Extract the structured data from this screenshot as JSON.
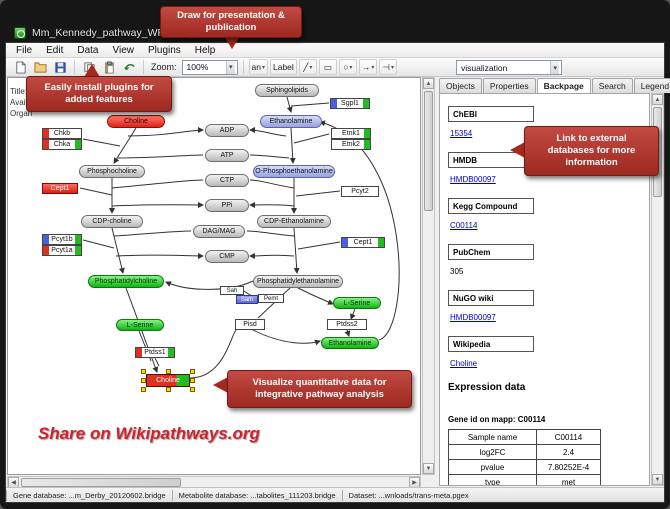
{
  "window": {
    "title": "Mm_Kennedy_pathway_WP1771_45176.gpml"
  },
  "menu": {
    "items": [
      "File",
      "Edit",
      "Data",
      "View",
      "Plugins",
      "Help"
    ]
  },
  "toolbar": {
    "zoom_label": "Zoom:",
    "zoom_value": "100%",
    "visualization_value": "visualization",
    "icons": [
      "new-file",
      "open-folder",
      "save",
      "copy",
      "paste",
      "undo"
    ],
    "tools": [
      {
        "name": "datanode-tool",
        "label": "an"
      },
      {
        "name": "label-tool",
        "label": "Label"
      },
      {
        "name": "line-tool",
        "label": "╱"
      },
      {
        "name": "rect-tool",
        "label": "▭"
      },
      {
        "name": "oval-tool",
        "label": "○"
      },
      {
        "name": "arrow-tool",
        "label": "→"
      },
      {
        "name": "tbar-tool",
        "label": "⊣"
      }
    ],
    "caret": "▾",
    "scroll_up": "▲",
    "scroll_down": "▼",
    "scroll_left": "◀",
    "scroll_right": "▶"
  },
  "callouts": {
    "draw": "Draw for presentation & publication",
    "plugins": "Easily install plugins for added features",
    "link": "Link to external databases for more information",
    "visualize": "Visualize quantitative data for integrative pathway analysis",
    "share": "Share on Wikipathways.org"
  },
  "canvas": {
    "info_lines": [
      "Title:",
      "Availa",
      "Organ"
    ]
  },
  "pathway": {
    "nodes": [
      {
        "label": "Sphingolipids"
      },
      {
        "label": "Choline",
        "color": "#e02212"
      },
      {
        "label": "ADP"
      },
      {
        "label": "Ethanolamine",
        "color": "#96a2e2"
      },
      {
        "label": "ATP"
      },
      {
        "label": "Phosphocholine"
      },
      {
        "label": "O-Phosphoethanolamine",
        "color": "#96a2e2"
      },
      {
        "label": "CTP"
      },
      {
        "label": "PPi"
      },
      {
        "label": "CDP-choline"
      },
      {
        "label": "CDP-Ethanolamine"
      },
      {
        "label": "DAG/MAG"
      },
      {
        "label": "CMP"
      },
      {
        "label": "Phosphatidylcholine",
        "color": "#13b413"
      },
      {
        "label": "Phosphatidylethanolamine"
      },
      {
        "label": "L-Serine",
        "color": "#13b413"
      },
      {
        "label": "L-Serine",
        "color": "#13b413"
      },
      {
        "label": "Ethanolamine",
        "color": "#13b413"
      },
      {
        "label": "Chkb"
      },
      {
        "label": "Chka"
      },
      {
        "label": "Etnk1"
      },
      {
        "label": "Etnk2"
      },
      {
        "label": "Sgpl1"
      },
      {
        "label": "Cept1",
        "color": "#d81f10"
      },
      {
        "label": "Pcyt2"
      },
      {
        "label": "Pcyt1b"
      },
      {
        "label": "Pcyt1a"
      },
      {
        "label": "Cept1"
      },
      {
        "label": "Sah"
      },
      {
        "label": "Sam",
        "color": "#5a68dd"
      },
      {
        "label": "Pemt"
      },
      {
        "label": "Pisd"
      },
      {
        "label": "Ptdss2"
      },
      {
        "label": "Ptdss1"
      },
      {
        "label": "Choline",
        "color": "#e02212"
      }
    ]
  },
  "sidebar": {
    "tabs": [
      "Objects",
      "Properties",
      "Backpage",
      "Search",
      "Legend"
    ],
    "active_tab": "Backpage",
    "sections": [
      {
        "header": "ChEBI",
        "value": "15354"
      },
      {
        "header": "HMDB",
        "value": "HMDB00097"
      },
      {
        "header": "Kegg Compound",
        "value": "C00114"
      },
      {
        "header": "PubChem",
        "value": "305"
      },
      {
        "header": "NuGO wiki",
        "value": "HMDB00097"
      },
      {
        "header": "Wikipedia",
        "value": "Choline"
      }
    ],
    "expression": {
      "title": "Expression data",
      "gene_id_line": "Gene id on mapp: C00114",
      "table": {
        "rows": [
          [
            "Sample name",
            "C00114"
          ],
          [
            "log2FC",
            "2.4"
          ],
          [
            "pvalue",
            "7.80252E-4"
          ],
          [
            "type",
            "met"
          ]
        ]
      }
    }
  },
  "statusbar": {
    "segments": [
      "Gene database: ...m_Derby_20120602.bridge",
      "Metabolite database: ...tabolites_111203.bridge",
      "Dataset: ...wnloads/trans-meta.pgex"
    ]
  }
}
